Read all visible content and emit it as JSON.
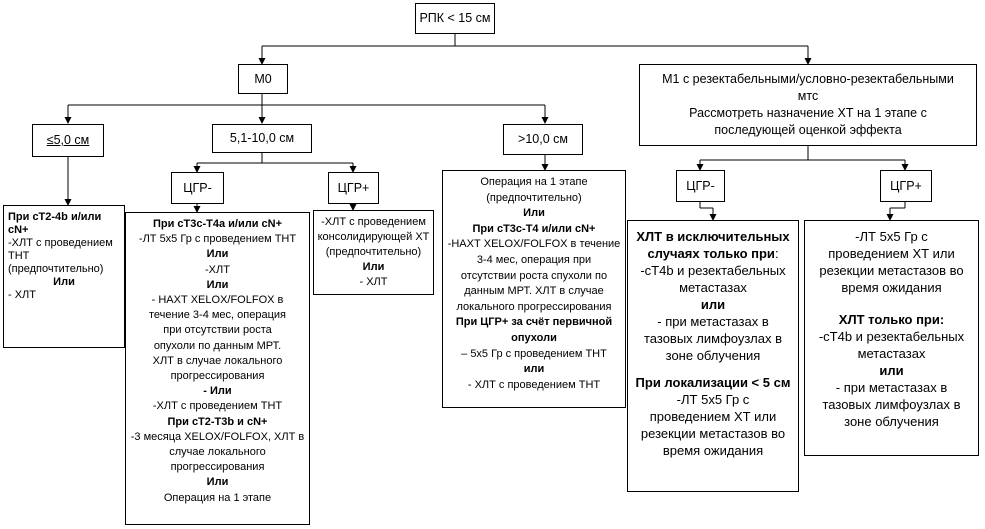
{
  "root": {
    "label": "РПК < 15 см"
  },
  "m0": {
    "label": "М0"
  },
  "m1": {
    "lines": [
      "М1 с резектабельными/условно-резектабельными",
      "мтс",
      "Рассмотреть назначение ХТ на 1 этапе с",
      "последующей оценкой эффекта"
    ]
  },
  "size_small": {
    "label": "≤5,0 см"
  },
  "size_mid": {
    "label": "5,1-10,0 см"
  },
  "size_big": {
    "label": ">10,0 см"
  },
  "cgr_minus_mid": {
    "label": "ЦГР-"
  },
  "cgr_plus_mid": {
    "label": "ЦГР+"
  },
  "cgr_minus_m1": {
    "label": "ЦГР-"
  },
  "cgr_plus_m1": {
    "label": "ЦГР+"
  },
  "small_text": {
    "l1": "При сТ2-4b и/или",
    "l2": "cN+",
    "l3": "-ХЛТ с проведением",
    "l4": "ТНТ",
    "l5": "(предпочтительно)",
    "l6": "Или",
    "l7": "- ХЛТ"
  },
  "mid_minus_text": {
    "l1": "При сТ3с-Т4а и/или сN+",
    "l2": "-ЛТ 5х5 Гр с проведением ТНТ",
    "l3": "Или",
    "l4": "-ХЛТ",
    "l5": "Или",
    "l6": "-    НАХТ XELOX/FOLFOX в",
    "l7": "течение 3-4 мес, операция",
    "l8": "при отсутствии роста",
    "l9": "опухоли по данным МРТ.",
    "l10": "ХЛТ в случае локального",
    "l11": "прогрессирования",
    "l12": "-    Или",
    "l13": "-ХЛТ с проведением ТНТ",
    "l14": "При сТ2-Т3b и cN+",
    "l15": "-3 месяца XELOX/FOLFOX, ХЛТ в",
    "l16": "случае локального",
    "l17": "прогрессирования",
    "l18": "Или",
    "l19": "Операция на 1 этапе"
  },
  "mid_plus_text": {
    "l1": "-ХЛТ с проведением",
    "l2": "консолидирующей ХТ",
    "l3": "(предпочтительно)",
    "l4": "Или",
    "l5": "- ХЛТ"
  },
  "big_text": {
    "l1": "Операция на 1 этапе",
    "l2": "(предпочтительно)",
    "l3": "Или",
    "l4": "При сТ3с-Т4 и/или сN+",
    "l5": "-НАХТ XELOX/FOLFOX в течение",
    "l6": "3-4 мес, операция при",
    "l7": "отсутствии роста спухоли по",
    "l8": "данным МРТ. ХЛТ в случае",
    "l9": "локального прогрессирования",
    "l10": "При ЦГР+ за счёт первичной",
    "l11": "опухоли",
    "l12": "– 5х5 Гр с проведением ТНТ",
    "l13": "или",
    "l14": "- ХЛТ с проведением ТНТ"
  },
  "m1_minus_text": {
    "l1": "ХЛТ в исключительных",
    "l2": "случаях только при",
    "l2b": ":",
    "l3": "-сТ4b и резектабельных",
    "l4": "метастазах",
    "l5": "или",
    "l6": "- при метастазах в",
    "l7": "тазовых лимфоузлах в",
    "l8": "зоне облучения",
    "l9": "При локализации < 5 см",
    "l10": "-ЛТ 5х5 Гр с",
    "l11": "проведением ХТ или",
    "l12": "резекции метастазов во",
    "l13": "время ожидания"
  },
  "m1_plus_text": {
    "l1": "-ЛТ 5х5 Гр с",
    "l2": "проведением ХТ или",
    "l3": "резекции метастазов во",
    "l4": "время ожидания",
    "l5": "ХЛТ только при:",
    "l6": "-сТ4b и резектабельных",
    "l7": "метастазах",
    "l8": "или",
    "l9": "- при метастазах в",
    "l10": "тазовых лимфоузлах в",
    "l11": "зоне облучения"
  }
}
